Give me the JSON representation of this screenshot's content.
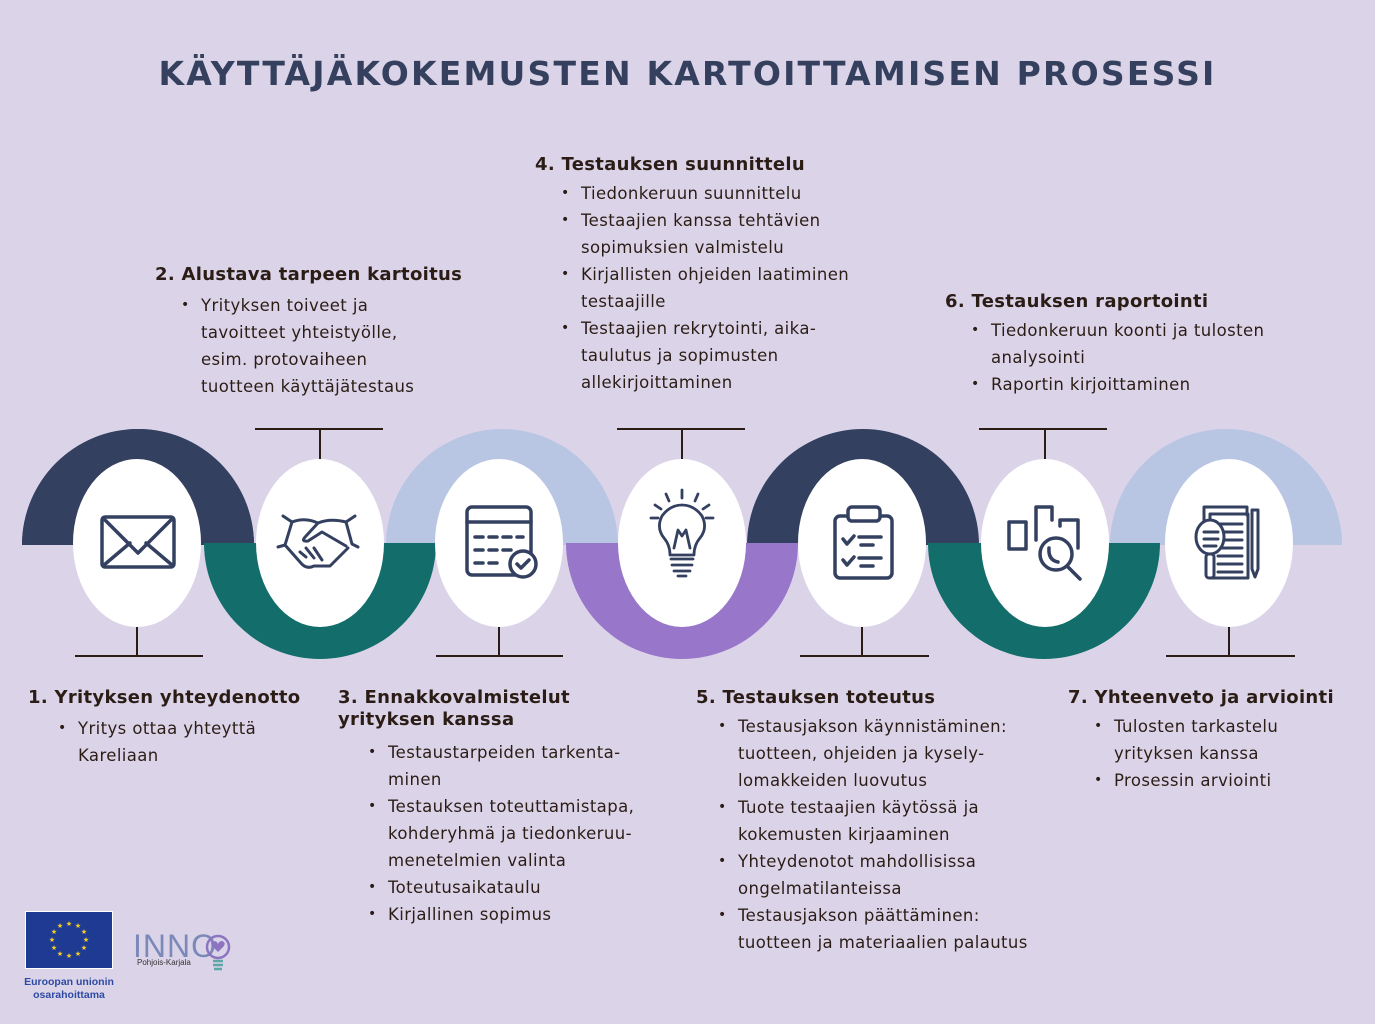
{
  "title": "KÄYTTÄJÄKOKEMUSTEN KARTOITTAMISEN PROSESSI",
  "colors": {
    "background": "#dbd4e9",
    "navy": "#344060",
    "light_blue": "#b8c5e3",
    "teal": "#136e6b",
    "purple": "#9876c9",
    "circle": "#ffffff",
    "icon": "#344060",
    "connector": "#2b1d16",
    "text": "#2b1d16"
  },
  "steps": [
    {
      "number": 1,
      "heading": "1. Yrityksen yhteydenotto",
      "icon": "envelope-icon",
      "bullets": [
        "Yritys ottaa yhteyttä Kareliaan"
      ]
    },
    {
      "number": 2,
      "heading": "2. Alustava tarpeen kartoitus",
      "icon": "handshake-icon",
      "bullets": [
        "Yrityksen toiveet ja tavoitteet yhteistyölle, esim. protovaiheen tuotteen käyttäjätestaus"
      ]
    },
    {
      "number": 3,
      "heading": "3. Ennakkovalmistelut yrityksen kanssa",
      "icon": "calendar-check-icon",
      "bullets": [
        "Testaustarpeiden tarkenta-minen",
        "Testauksen toteuttamistapa, kohderyhmä ja tiedonkeruu-menetelmien valinta",
        "Toteutusaikataulu",
        "Kirjallinen sopimus"
      ]
    },
    {
      "number": 4,
      "heading": "4. Testauksen suunnittelu",
      "icon": "lightbulb-icon",
      "bullets": [
        "Tiedonkeruun suunnittelu",
        "Testaajien kanssa tehtävien sopimuksien valmistelu",
        "Kirjallisten ohjeiden laatiminen testaajille",
        "Testaajien rekrytointi, aika-taulutus ja sopimusten allekirjoittaminen"
      ]
    },
    {
      "number": 5,
      "heading": "5. Testauksen toteutus",
      "icon": "clipboard-checklist-icon",
      "bullets": [
        "Testausjakson käynnistäminen: tuotteen, ohjeiden ja kysely-lomakkeiden luovutus",
        "Tuote testaajien käytössä ja kokemusten kirjaaminen",
        "Yhteydenotot mahdollisissa ongelmatilanteissa",
        "Testausjakson päättäminen: tuotteen ja materiaalien palautus"
      ]
    },
    {
      "number": 6,
      "heading": "6. Testauksen raportointi",
      "icon": "chart-magnifier-icon",
      "bullets": [
        "Tiedonkeruun koonti ja tulosten analysointi",
        "Raportin kirjoittaminen"
      ]
    },
    {
      "number": 7,
      "heading": "7. Yhteenveto ja arviointi",
      "icon": "document-review-icon",
      "bullets": [
        "Tulosten tarkastelu yrityksen kanssa",
        "Prosessin arviointi"
      ]
    }
  ],
  "footer": {
    "eu_caption_line1": "Euroopan unionin",
    "eu_caption_line2": "osarahoittama",
    "inno_logo_text": "INNO",
    "inno_logo_subtitle": "Pohjois-Karjala"
  }
}
